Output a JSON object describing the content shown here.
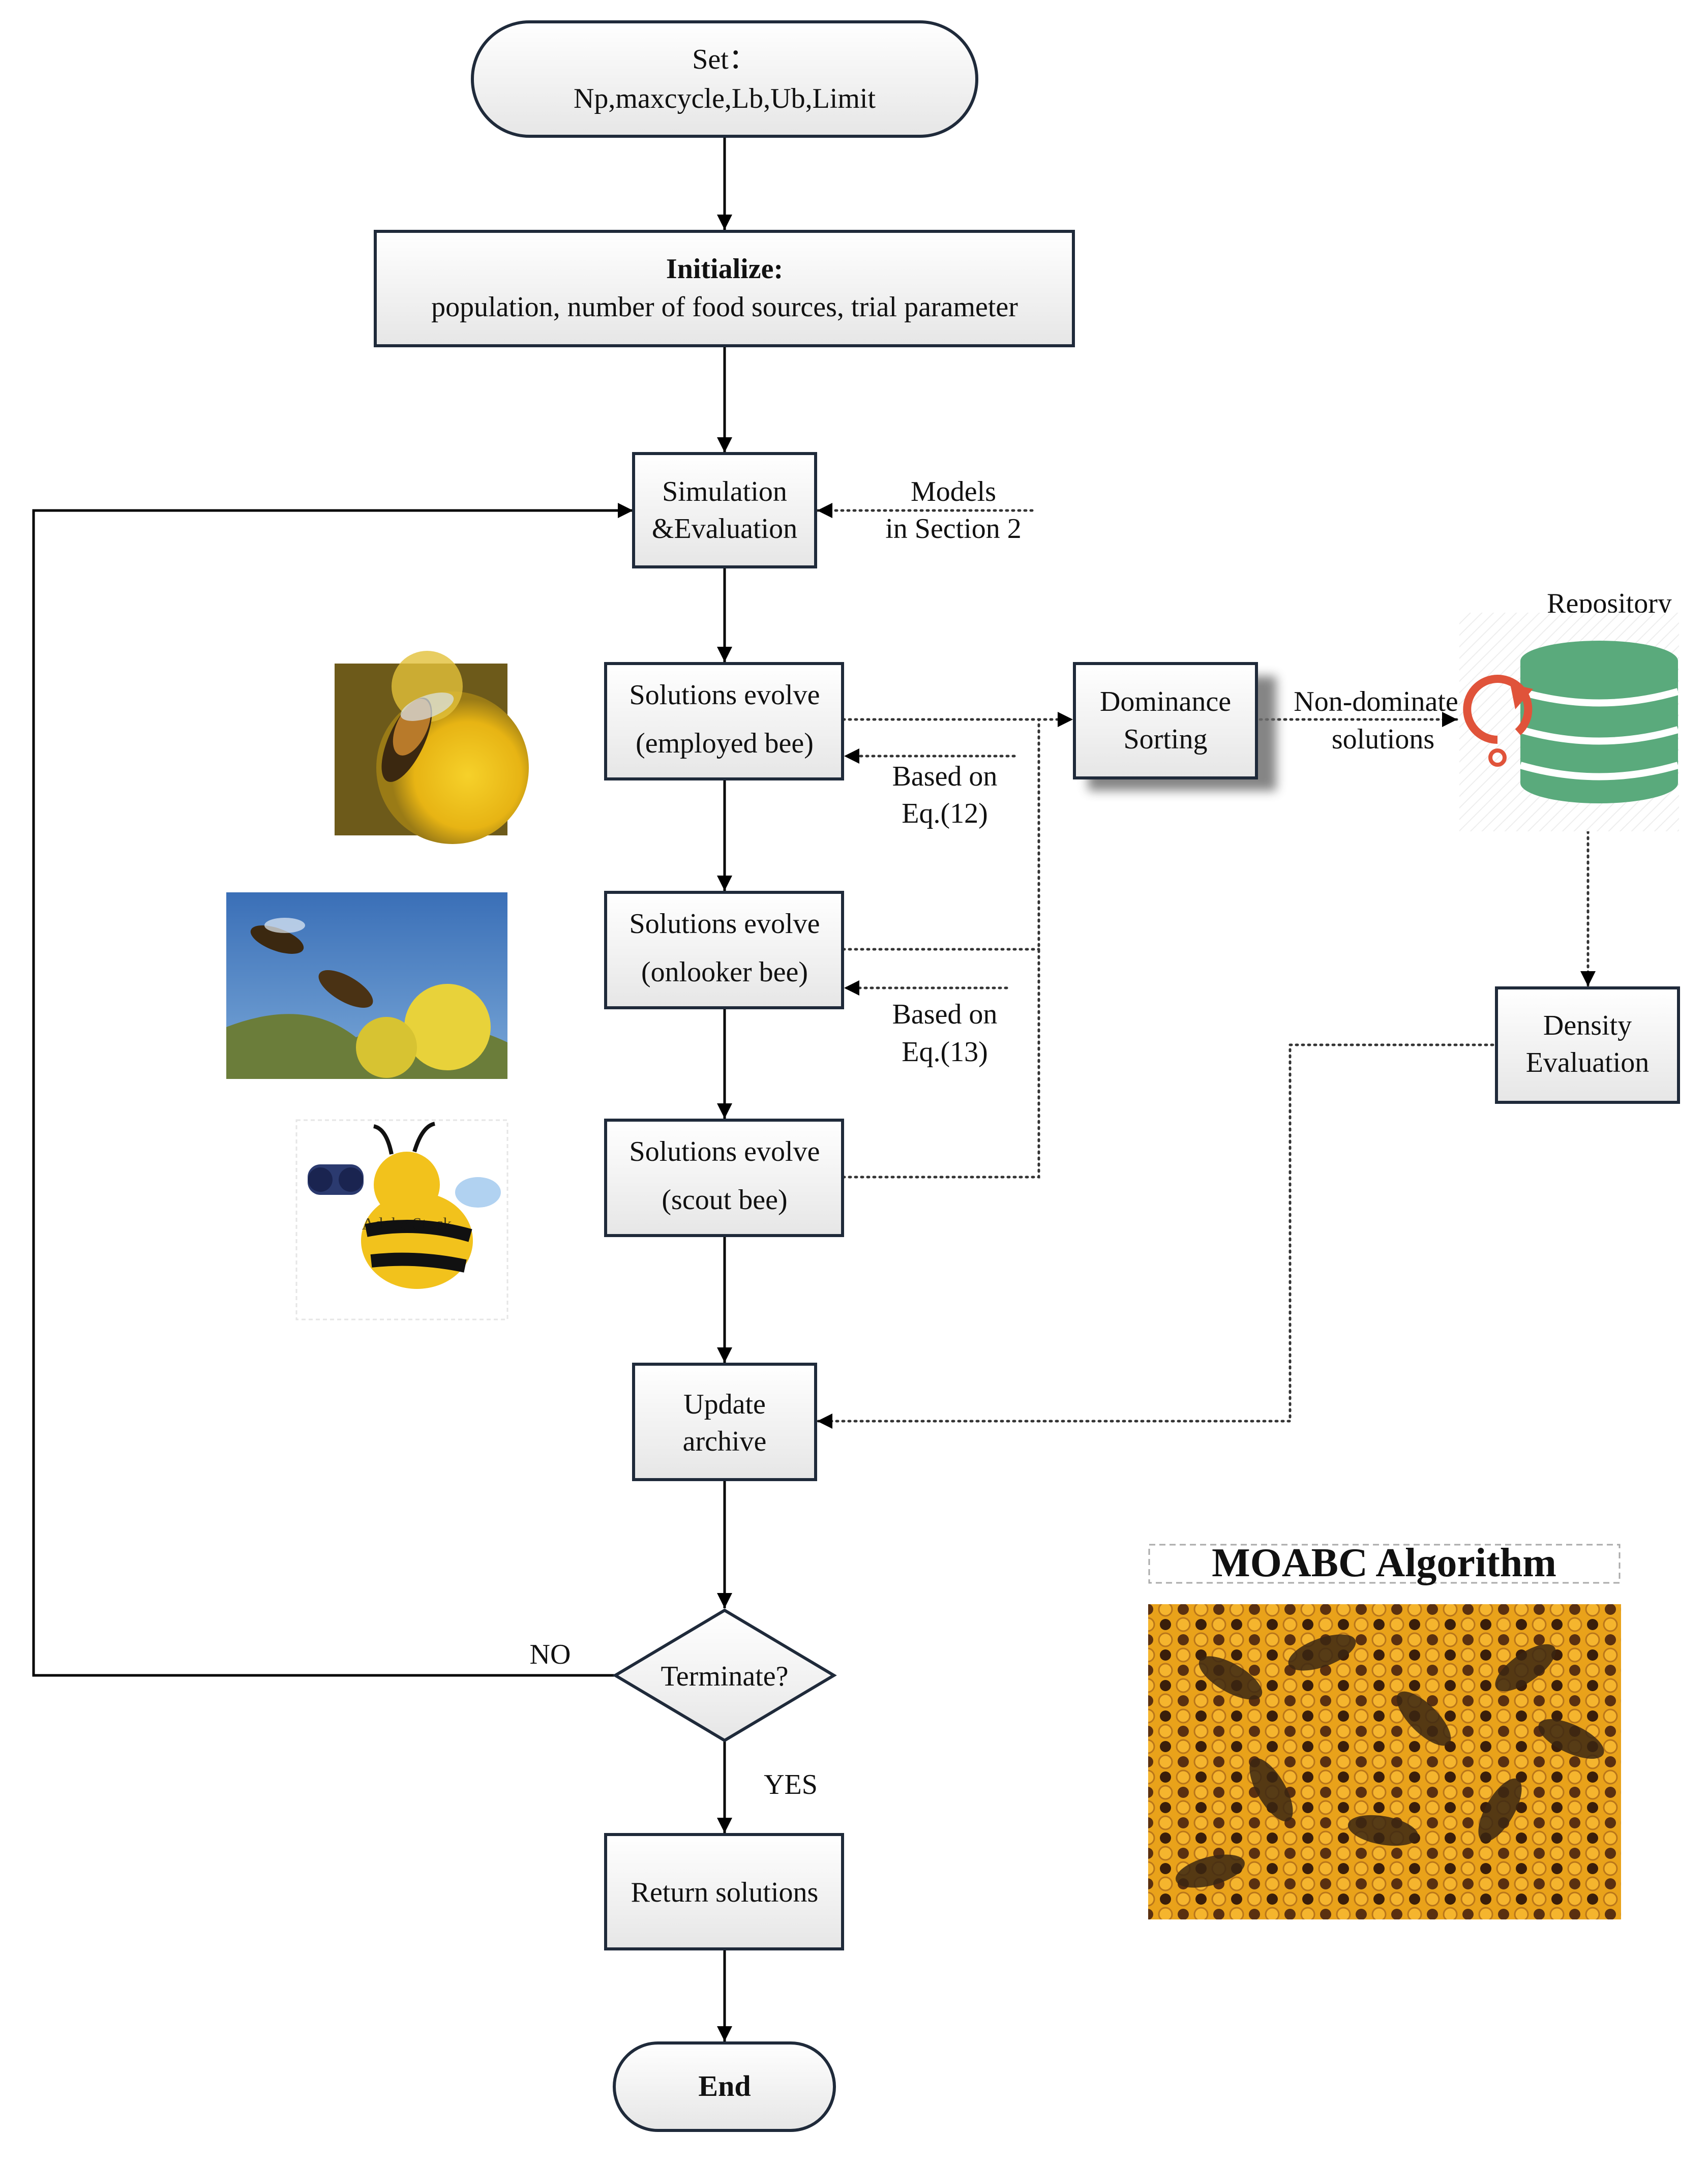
{
  "nodes": {
    "set": {
      "line1": "Set：",
      "line2": "Np,maxcycle,Lb,Ub,Limit"
    },
    "initialize": {
      "title": "Initialize:",
      "body": "population, number of food sources, trial parameter"
    },
    "simulation": {
      "line1": "Simulation",
      "line2": "&Evaluation"
    },
    "employed": {
      "line1": "Solutions evolve",
      "line2": "(employed bee)"
    },
    "onlooker": {
      "line1": "Solutions evolve",
      "line2": "(onlooker bee)"
    },
    "scout": {
      "line1": "Solutions evolve",
      "line2": "(scout bee)"
    },
    "update": {
      "line1": "Update",
      "line2": "archive"
    },
    "terminate": {
      "label": "Terminate?"
    },
    "return": {
      "label": "Return solutions"
    },
    "end": {
      "label": "End"
    },
    "dominance": {
      "line1": "Dominance",
      "line2": "Sorting"
    },
    "density": {
      "line1": "Density",
      "line2": "Evaluation"
    }
  },
  "annotations": {
    "models": {
      "line1": "Models",
      "line2": "in Section 2"
    },
    "eq12": {
      "line1": "Based on",
      "line2": "Eq.(12)"
    },
    "eq13": {
      "line1": "Based on",
      "line2": "Eq.(13)"
    },
    "non_dominated": {
      "line1": "Non-dominated",
      "line2": "solutions"
    },
    "repository": "Repository",
    "no": "NO",
    "yes": "YES",
    "algorithm_title": "MOABC Algorithm",
    "scout_watermark": "Adobe Stock"
  },
  "icons": {
    "repository": "database-icon",
    "recycle": "refresh-arrow-icon",
    "photo_employed": "bee-on-flower-photo",
    "photo_onlooker": "bees-flying-photo",
    "photo_scout": "cartoon-bee-binoculars",
    "photo_hive": "honeycomb-bees-photo"
  },
  "colors": {
    "box_fill_top": "#ffffff",
    "box_fill_bottom": "#e8e8e8",
    "box_stroke": "#1f2a3a",
    "database": "#5aaa7c",
    "recycle": "#e0533a",
    "honey": "#e9a21a"
  }
}
